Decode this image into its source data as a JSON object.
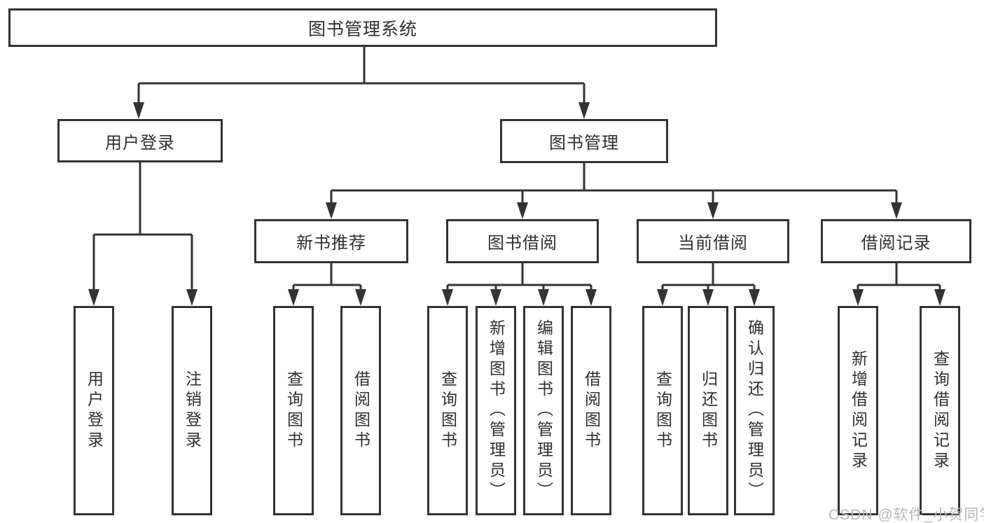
{
  "colors": {
    "line": "#333333",
    "box_border": "#333333",
    "box_background": "#ffffff",
    "text": "#2f2f2f",
    "watermark": "#b8b8b8",
    "page_background": "#ffffff"
  },
  "watermark": {
    "text": "CSDN @软件_小贺同学"
  },
  "tree": {
    "root": {
      "label": "图书管理系统"
    },
    "children": [
      {
        "label": "用户登录",
        "children": [
          {
            "label": "用户登录"
          },
          {
            "label": "注销登录"
          }
        ]
      },
      {
        "label": "图书管理",
        "children": [
          {
            "label": "新书推荐",
            "children": [
              {
                "label": "查询图书"
              },
              {
                "label": "借阅图书"
              }
            ]
          },
          {
            "label": "图书借阅",
            "children": [
              {
                "label": "查询图书"
              },
              {
                "label": "新增图书（管理员）"
              },
              {
                "label": "编辑图书（管理员）"
              },
              {
                "label": "借阅图书"
              }
            ]
          },
          {
            "label": "当前借阅",
            "children": [
              {
                "label": "查询图书"
              },
              {
                "label": "归还图书"
              },
              {
                "label": "确认归还（管理员）"
              }
            ]
          },
          {
            "label": "借阅记录",
            "children": [
              {
                "label": "新增借阅记录"
              },
              {
                "label": "查询借阅记录"
              }
            ]
          }
        ]
      }
    ]
  }
}
